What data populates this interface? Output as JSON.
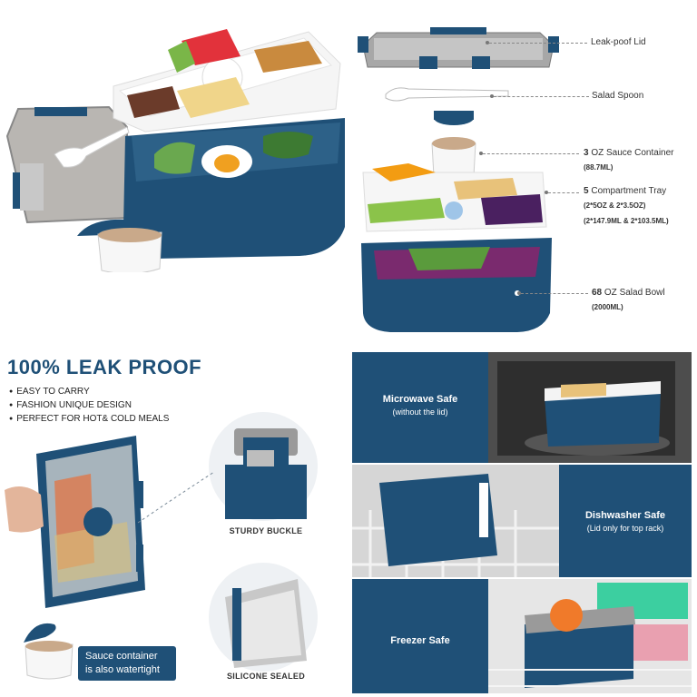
{
  "diagram": {
    "lid": "Leak-poof Lid",
    "spoon": "Salad Spoon",
    "sauce_oz": "3",
    "sauce_label": " OZ Sauce Container",
    "sauce_ml": "(88.7ML)",
    "tray_num": "5",
    "tray_label": " Compartment Tray",
    "tray_oz": "(2*5OZ & 2*3.5OZ)",
    "tray_ml": "(2*147.9ML & 2*103.5ML)",
    "bowl_oz": "68",
    "bowl_label": " OZ Salad Bowl",
    "bowl_ml": "(2000ML)"
  },
  "leak": {
    "headline": "100% LEAK PROOF",
    "bullets": [
      "EASY TO CARRY",
      "FASHION UNIQUE DESIGN",
      "PERFECT FOR HOT& COLD MEALS"
    ],
    "buckle": "STURDY BUCKLE",
    "sealed": "SILICONE SEALED",
    "sauce_line1": "Sauce container",
    "sauce_line2": "is also watertight"
  },
  "features": {
    "microwave_title": "Microwave Safe",
    "microwave_sub": "(without the lid)",
    "dishwasher_title": "Dishwasher Safe",
    "dishwasher_sub": "(Lid only for top rack)",
    "freezer_title": "Freezer Safe"
  },
  "colors": {
    "brand": "#1f5077",
    "lid": "#9a9a9a",
    "tray": "#f4f4f4"
  }
}
